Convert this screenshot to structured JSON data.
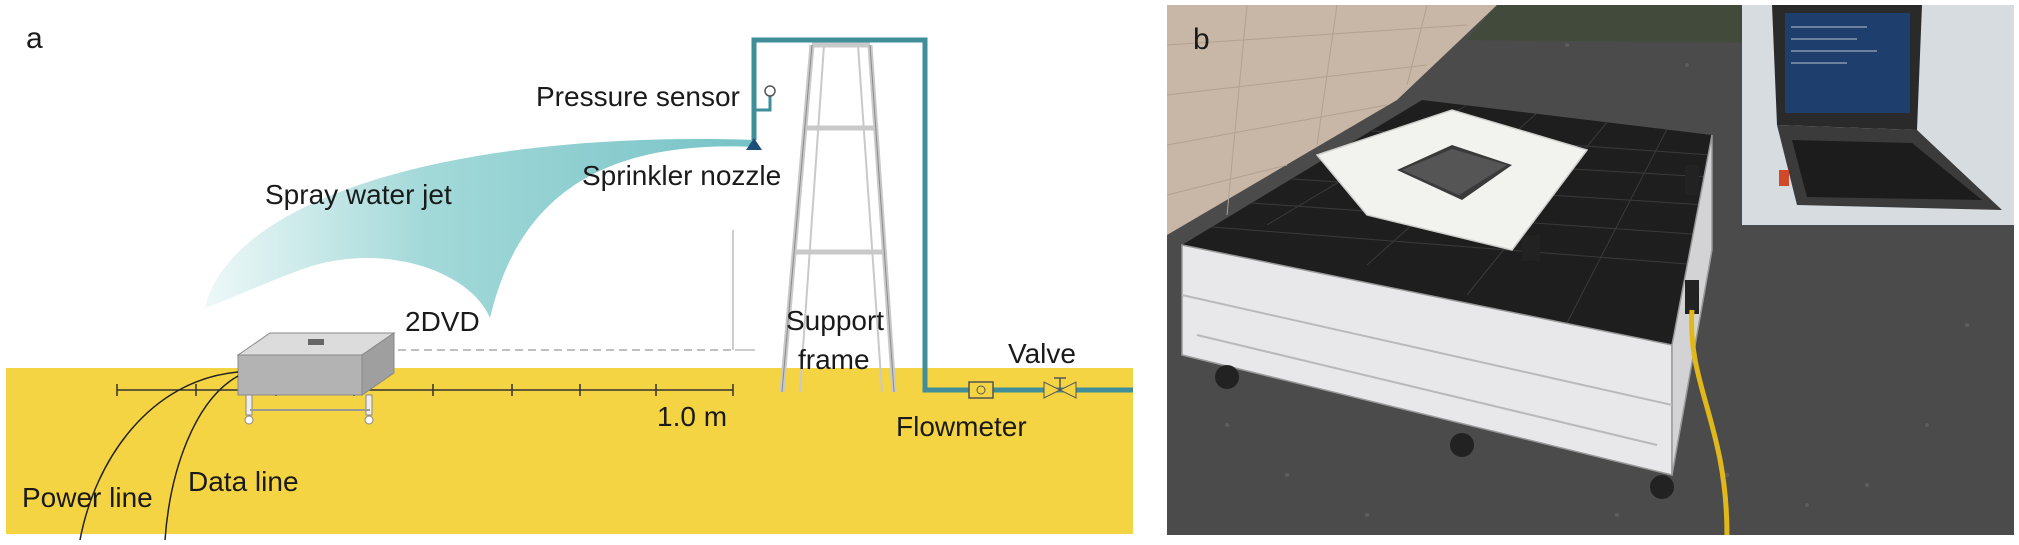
{
  "panel_a": {
    "letter": "a",
    "labels": {
      "pressure_sensor": "Pressure sensor",
      "sprinkler_nozzle": "Sprinkler nozzle",
      "spray_water_jet": "Spray water jet",
      "twodvd": "2DVD",
      "support_frame_line1": "Support",
      "support_frame_line2": "frame",
      "valve": "Valve",
      "flowmeter": "Flowmeter",
      "scale": "1.0 m",
      "power_line": "Power line",
      "data_line": "Data line"
    },
    "colors": {
      "ground": "#f5d443",
      "pipe": "#3f8e9a",
      "jet": "#8ccfcf",
      "frame": "#c9c9c9"
    }
  },
  "panel_b": {
    "letter": "b",
    "colors": {
      "gravel": "#4a4a4a",
      "box": "#e8e8ea",
      "grid": "#1e1e1e",
      "cloth": "#f2f2ef",
      "cable": "#e0b81a"
    }
  }
}
